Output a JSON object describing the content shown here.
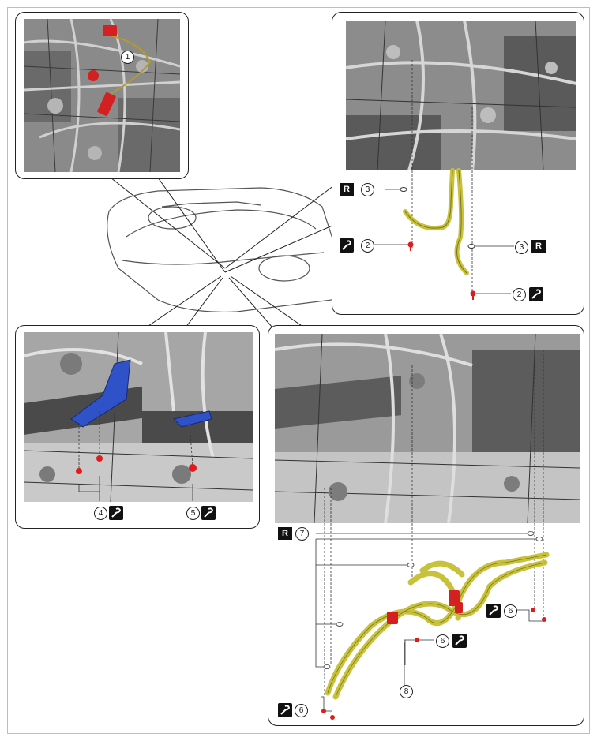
{
  "callouts": {
    "c1": "1",
    "c2a": "2",
    "c2b": "2",
    "c3a": "3",
    "c3b": "3",
    "c4": "4",
    "c5": "5",
    "c6a": "6",
    "c6b": "6",
    "c6c": "6",
    "c7": "7",
    "c8": "8"
  },
  "symbols": {
    "replace_tag": "R",
    "torque_icon": "wrench-icon"
  },
  "colors": {
    "hose": "#c8c23a",
    "bracket": "#2f52c9",
    "bolt": "#e11b1b",
    "connector": "#d42020"
  }
}
